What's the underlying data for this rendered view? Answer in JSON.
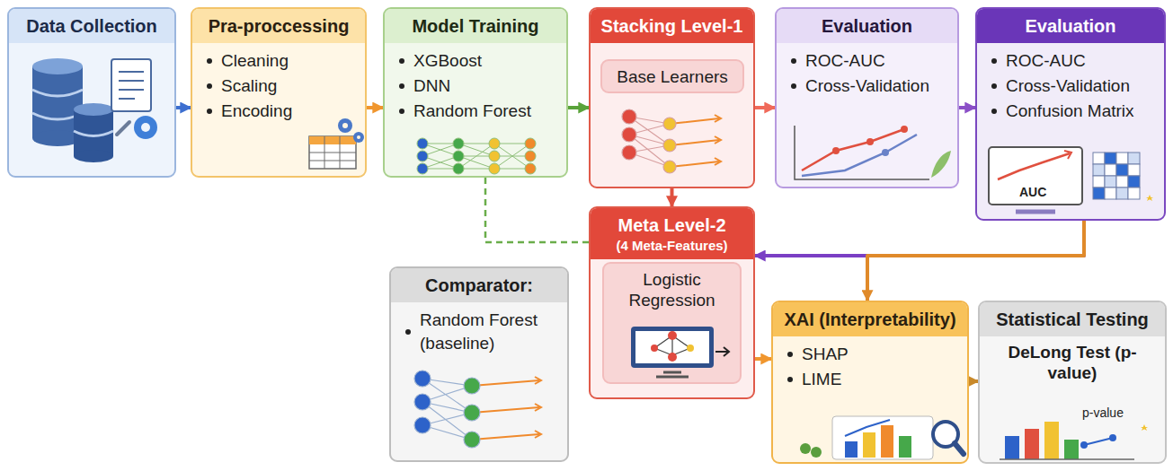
{
  "diagram": {
    "nodes": [
      {
        "text": [
          "Data Collection"
        ]
      },
      {
        "text": [
          "Pra-proccessing",
          "Cleaning",
          "Scaling",
          "Encoding"
        ]
      },
      {
        "text": [
          "Model Training",
          "XGBoost",
          "DNN",
          "Random Forest"
        ]
      },
      {
        "text": [
          "Stacking Level-1"
        ]
      },
      {
        "text": [
          "Base Learners"
        ],
        "in": 3
      },
      {
        "text": [
          "Evaluation",
          "ROC-AUC",
          "Cross-Validation"
        ]
      },
      {
        "text": [
          "Evaluation",
          "ROC-AUC",
          "Cross-Validation",
          "Confusion Matrix"
        ]
      },
      {
        "text": [
          "Meta Level-2",
          "(4 Meta-Features)"
        ]
      },
      {
        "text": [
          "Logistic Regression"
        ],
        "in": 7
      },
      {
        "text": [
          "Comparator:",
          "Random Forest (baseline)"
        ]
      },
      {
        "text": [
          "XAI (Interpretability)",
          "SHAP",
          "LIME"
        ]
      },
      {
        "text": [
          "Statistical Testing",
          "DeLong Test (p-value)"
        ]
      }
    ],
    "edges": [
      {
        "from": 0,
        "to": 1,
        "arrow": "to"
      },
      {
        "from": 1,
        "to": 2,
        "arrow": "to"
      },
      {
        "from": 2,
        "to": 3,
        "arrow": "to"
      },
      {
        "from": 3,
        "to": 5,
        "arrow": "to"
      },
      {
        "from": 5,
        "to": 6,
        "arrow": "to"
      },
      {
        "from": 3,
        "to": 7,
        "arrow": "to"
      },
      {
        "from": 6,
        "to": 7,
        "arrow": "to"
      },
      {
        "from": 6,
        "to": 10,
        "arrow": "to"
      },
      {
        "from": 2,
        "to": 7,
        "arrow": "none"
      },
      {
        "from": 7,
        "to": 10,
        "arrow": "to"
      },
      {
        "from": 10,
        "to": 11,
        "arrow": "to"
      }
    ],
    "labels": [
      "AUC",
      "p-value"
    ]
  }
}
